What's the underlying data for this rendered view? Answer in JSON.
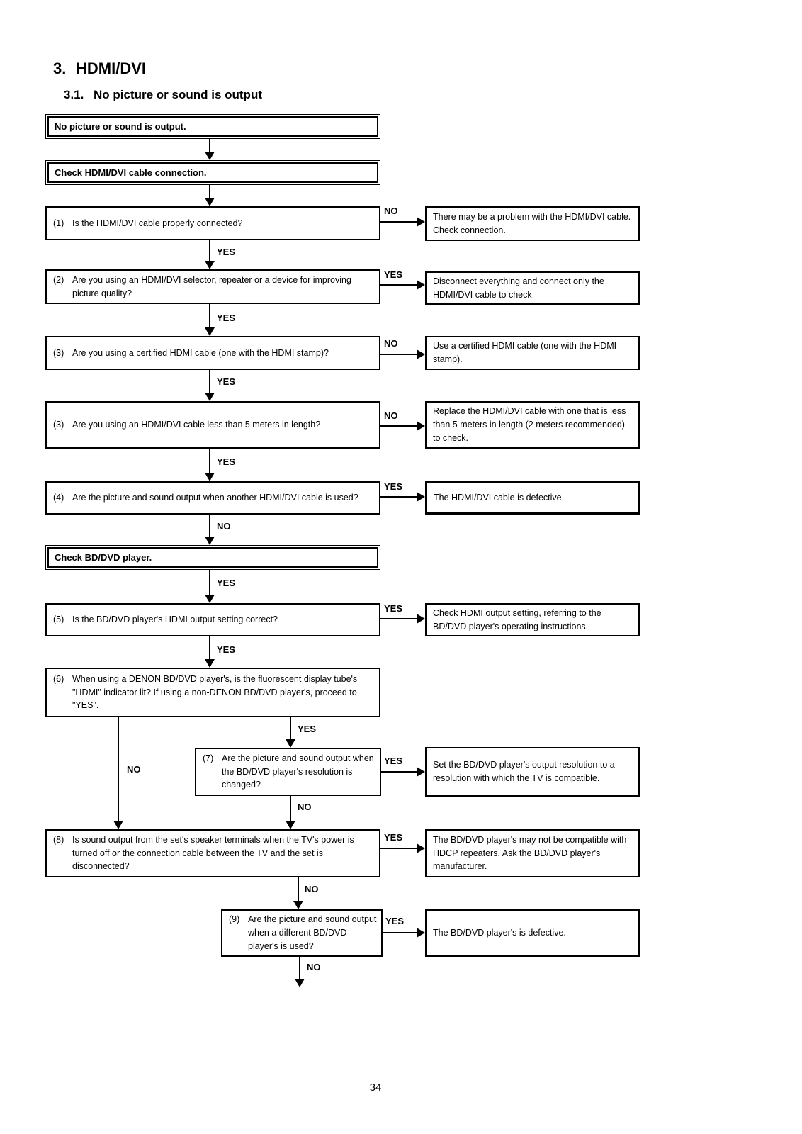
{
  "page": {
    "section_number": "3.",
    "section_title": "HDMI/DVI",
    "subsection_number": "3.1.",
    "subsection_title": "No picture or sound is output",
    "page_number": "34"
  },
  "labels": {
    "yes": "YES",
    "no": "NO"
  },
  "flowchart": {
    "start1": "No picture or sound is output.",
    "start2": "Check HDMI/DVI cable connection.",
    "start3": "Check BD/DVD player.",
    "questions": [
      {
        "num": "(1)",
        "text": "Is the HDMI/DVI cable properly connected?"
      },
      {
        "num": "(2)",
        "text": "Are you using an HDMI/DVI selector, repeater or a device for improving picture quality?"
      },
      {
        "num": "(3)",
        "text": "Are you using a certified HDMI cable (one with the HDMI stamp)?"
      },
      {
        "num": "(3)",
        "text": "Are you using an HDMI/DVI cable less than 5 meters in length?"
      },
      {
        "num": "(4)",
        "text": "Are the picture and sound output when another HDMI/DVI cable is used?"
      },
      {
        "num": "(5)",
        "text": "Is the BD/DVD player's HDMI output setting correct?"
      },
      {
        "num": "(6)",
        "text": "When using a DENON BD/DVD player's, is the fluorescent display tube's \"HDMI\" indicator lit? If using a non-DENON BD/DVD player's, proceed to \"YES\"."
      },
      {
        "num": "(7)",
        "text": "Are the picture and sound output when the BD/DVD player's resolution is changed?"
      },
      {
        "num": "(8)",
        "text": "Is sound output from the set's speaker terminals when the TV's power is turned off or the connection cable between the TV and the set is disconnected?"
      },
      {
        "num": "(9)",
        "text": "Are the picture and sound output when a different BD/DVD player's is used?"
      }
    ],
    "results": [
      "There may be a problem with the HDMI/DVI cable. Check connection.",
      "Disconnect everything and connect only the HDMI/DVI cable to check",
      "Use a certified HDMI cable (one with the HDMI stamp).",
      "Replace the HDMI/DVI cable with one that is less than 5 meters in length (2 meters recommended) to check.",
      "The HDMI/DVI cable is defective.",
      "Check HDMI output setting, referring to the BD/DVD player's operating instructions.",
      "Set the BD/DVD player's output resolution to a resolution with which the TV is compatible.",
      "The BD/DVD player's may not be compatible with HDCP repeaters. Ask the BD/DVD player's manufacturer.",
      "The BD/DVD player's is defective."
    ]
  }
}
